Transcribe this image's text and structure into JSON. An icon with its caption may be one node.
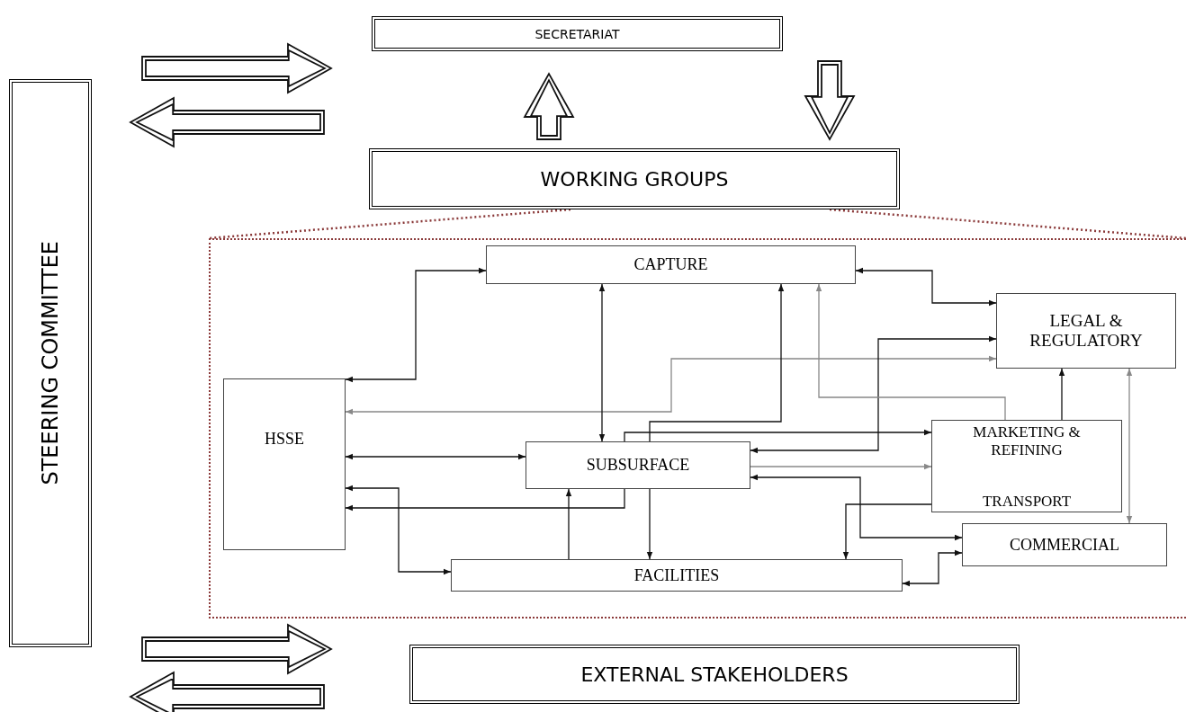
{
  "diagram": {
    "nodes": [
      {
        "text": [
          "SECRETARIAT"
        ]
      },
      {
        "text": [
          "STEERING COMMITTEE"
        ]
      },
      {
        "text": [
          "WORKING GROUPS"
        ]
      },
      {
        "text": [],
        "shape": "box"
      },
      {
        "text": [
          "CAPTURE"
        ],
        "in": 3
      },
      {
        "text": [
          "LEGAL & REGULATORY"
        ],
        "in": 3
      },
      {
        "text": [
          "HSSE"
        ],
        "in": 3
      },
      {
        "text": [
          "SUBSURFACE"
        ],
        "in": 3
      },
      {
        "text": [
          "MARKETING & REFINING",
          "TRANSPORT"
        ],
        "in": 3
      },
      {
        "text": [
          "COMMERCIAL"
        ],
        "in": 3
      },
      {
        "text": [
          "FACILITIES"
        ],
        "in": 3
      },
      {
        "text": [
          "EXTERNAL STAKEHOLDERS"
        ]
      }
    ],
    "edges": [
      {
        "from": 1,
        "to": 0,
        "arrow": "to",
        "style": "thick"
      },
      {
        "from": 0,
        "to": 1,
        "arrow": "to",
        "style": "thick"
      },
      {
        "from": 2,
        "to": 0,
        "arrow": "to",
        "style": "thick"
      },
      {
        "from": 0,
        "to": 2,
        "arrow": "to",
        "style": "thick"
      },
      {
        "from": 1,
        "to": 11,
        "arrow": "to",
        "style": "thick"
      },
      {
        "from": 11,
        "to": 1,
        "arrow": "to",
        "style": "thick"
      },
      {
        "from": 2,
        "to": 3,
        "arrow": "none",
        "style": "dashed",
        "color": "#8b3a3a"
      },
      {
        "from": 2,
        "to": 3,
        "arrow": "none",
        "style": "dashed",
        "color": "#8b3a3a"
      },
      {
        "from": 6,
        "to": 4,
        "arrow": "both"
      },
      {
        "from": 6,
        "to": 5,
        "arrow": "both",
        "color": "#888888"
      },
      {
        "from": 4,
        "to": 7,
        "arrow": "both"
      },
      {
        "from": 6,
        "to": 7,
        "arrow": "both"
      },
      {
        "from": 7,
        "to": 4,
        "arrow": "to"
      },
      {
        "from": 7,
        "to": 8,
        "arrow": "to"
      },
      {
        "from": 7,
        "to": 6,
        "arrow": "to"
      },
      {
        "from": 6,
        "to": 10,
        "arrow": "both"
      },
      {
        "from": 10,
        "to": 7,
        "arrow": "to"
      },
      {
        "from": 7,
        "to": 10,
        "arrow": "to"
      },
      {
        "from": 4,
        "to": 5,
        "arrow": "both"
      },
      {
        "from": 7,
        "to": 5,
        "arrow": "both"
      },
      {
        "from": 8,
        "to": 4,
        "arrow": "to",
        "color": "#888888"
      },
      {
        "from": 8,
        "to": 5,
        "arrow": "to"
      },
      {
        "from": 5,
        "to": 9,
        "arrow": "both",
        "color": "#888888"
      },
      {
        "from": 7,
        "to": 8,
        "arrow": "to",
        "color": "#888888"
      },
      {
        "from": 7,
        "to": 9,
        "arrow": "both"
      },
      {
        "from": 8,
        "to": 10,
        "arrow": "to"
      },
      {
        "from": 10,
        "to": 9,
        "arrow": "both"
      }
    ]
  }
}
